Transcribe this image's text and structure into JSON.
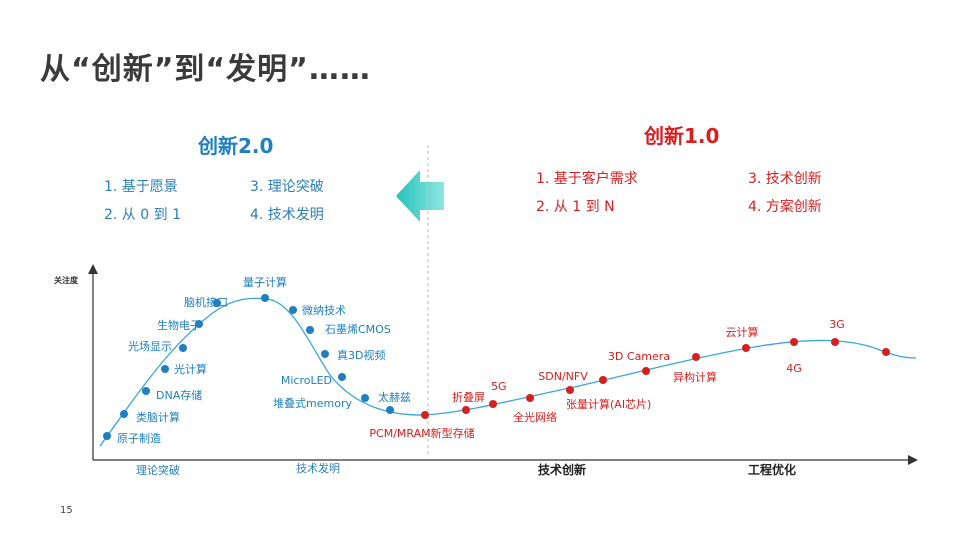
{
  "title": "从“创新”到“发明”……",
  "left_panel": {
    "heading": "创新2.0",
    "items": [
      "1. 基于愿景",
      "3. 理论突破",
      "2. 从 0 到 1",
      "4. 技术发明"
    ]
  },
  "right_panel": {
    "heading": "创新1.0",
    "items": [
      "1. 基于客户需求",
      "3. 技术创新",
      "2. 从 1 到 N",
      "4. 方案创新"
    ]
  },
  "colors": {
    "blue": "#1f7fc0",
    "red": "#d62020",
    "curve": "#3aa7e0",
    "arrow": "#2bc9c4",
    "axis": "#333333"
  },
  "arrow_icon": "arrow-left-icon",
  "chart": {
    "y_axis_label": "关注度",
    "x_axis_labels": [
      "理论突破",
      "技术发明",
      "技术创新",
      "工程优化"
    ],
    "blue_points": [
      "原子制造",
      "类脑计算",
      "DNA存储",
      "光计算",
      "光场显示",
      "生物电子",
      "脑机接口",
      "量子计算",
      "微纳技术",
      "石墨烯CMOS",
      "真3D视频",
      "MicroLED",
      "堆叠式memory",
      "太赫兹"
    ],
    "red_points": [
      "PCM/MRAM新型存储",
      "折叠屏",
      "5G",
      "全光网络",
      "SDN/NFV",
      "张量计算(AI芯片)",
      "3D Camera",
      "异构计算",
      "云计算",
      "4G",
      "3G",
      ""
    ]
  },
  "page_number": "15"
}
